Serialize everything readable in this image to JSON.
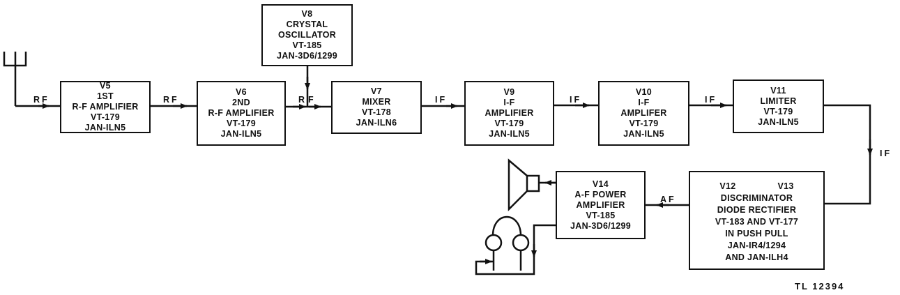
{
  "diagram": {
    "title_code": "TL 12394",
    "blocks": {
      "v5": {
        "lines": [
          "V5",
          "1ST",
          "R-F AMPLIFIER",
          "VT-179",
          "JAN-ILN5"
        ]
      },
      "v6": {
        "lines": [
          "V6",
          "2ND",
          "R-F AMPLIFIER",
          "VT-179",
          "JAN-ILN5"
        ]
      },
      "v8": {
        "lines": [
          "V8",
          "CRYSTAL",
          "OSCILLATOR",
          "VT-185",
          "JAN-3D6/1299"
        ]
      },
      "v7": {
        "lines": [
          "V7",
          "MIXER",
          "VT-178",
          "JAN-ILN6"
        ]
      },
      "v9": {
        "lines": [
          "V9",
          "I-F",
          "AMPLIFIER",
          "VT-179",
          "JAN-ILN5"
        ]
      },
      "v10": {
        "lines": [
          "V10",
          "I-F",
          "AMPLIFER",
          "VT-179",
          "JAN-ILN5"
        ]
      },
      "v11": {
        "lines": [
          "V11",
          "LIMITER",
          "VT-179",
          "JAN-ILN5"
        ]
      },
      "v12_13": {
        "tube_a": "V12",
        "tube_b": "V13",
        "lines": [
          "DISCRIMINATOR",
          "DIODE RECTIFIER",
          "VT-183 AND VT-177",
          "IN PUSH PULL",
          "JAN-IR4/1294",
          "AND JAN-ILH4"
        ]
      },
      "v14": {
        "lines": [
          "V14",
          "A-F POWER",
          "AMPLIFIER",
          "VT-185",
          "JAN-3D6/1299"
        ]
      }
    },
    "signals": {
      "ant_to_v5": "RF",
      "v5_to_v6": "RF",
      "v6_to_v7": "RF",
      "v7_to_v9": "IF",
      "v9_to_v10": "IF",
      "v10_to_v11": "IF",
      "v11_to_v12": "IF",
      "v12_to_v14": "AF"
    },
    "components": [
      "antenna",
      "loudspeaker",
      "headphones"
    ]
  }
}
